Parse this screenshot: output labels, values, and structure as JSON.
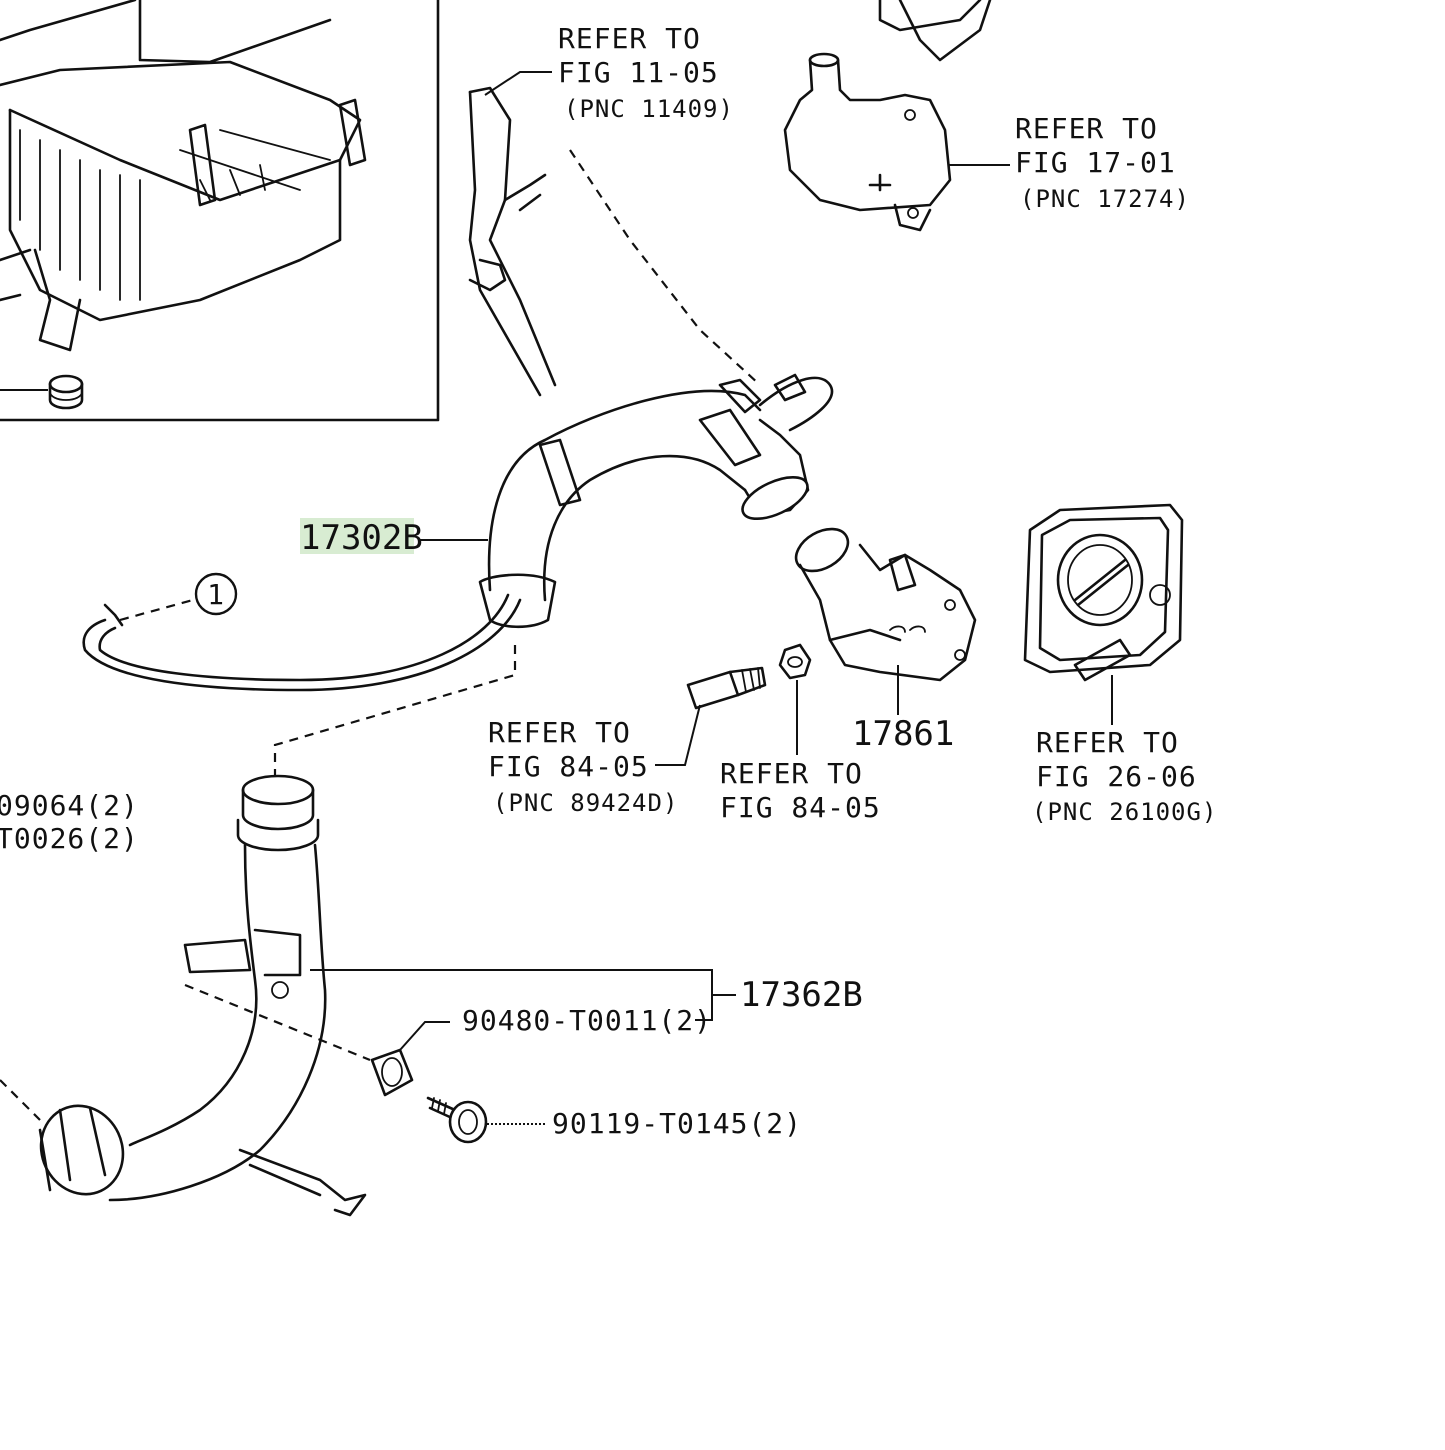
{
  "callouts": {
    "ref_11_05": {
      "line1": "REFER TO",
      "line2": "FIG 11-05",
      "line3": "(PNC 11409)"
    },
    "ref_17_01": {
      "line1": "REFER TO",
      "line2": "FIG 17-01",
      "line3": "(PNC 17274)"
    },
    "ref_84_05_a": {
      "line1": "REFER TO",
      "line2": "FIG 84-05",
      "line3": "(PNC 89424D)"
    },
    "ref_84_05_b": {
      "line1": "REFER TO",
      "line2": "FIG 84-05"
    },
    "ref_26_06": {
      "line1": "REFER TO",
      "line2": "FIG 26-06",
      "line3": "(PNC 26100G)"
    }
  },
  "parts": {
    "hose_upper": "17302B",
    "outlet": "17861",
    "hose_lower": "17362B",
    "grommet": "90480-T0011(2)",
    "bolt": "90119-T0145(2)",
    "left_1": "09064(2)",
    "left_2": "T0026(2)"
  },
  "circle_ref": "1",
  "highlight_color": "#d8ecd2"
}
